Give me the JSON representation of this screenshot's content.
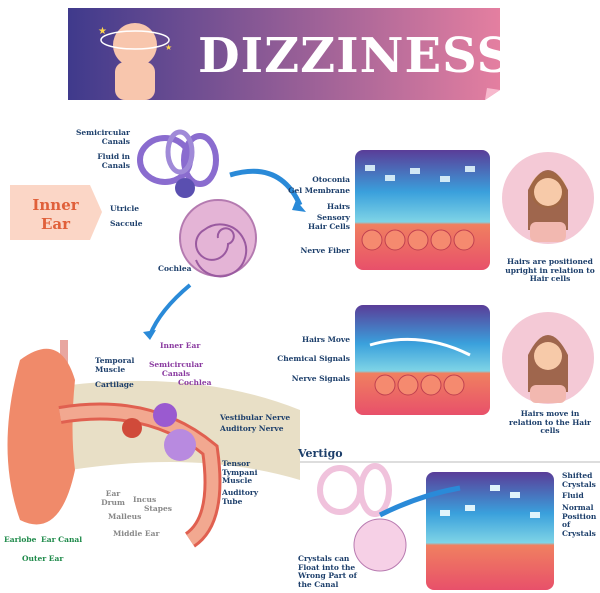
{
  "banner": {
    "title": "DIZZINESS"
  },
  "inner_ear_tag": "Inner Ear",
  "inner_ear_labels": {
    "semicircular": "Semicircular Canals",
    "fluid": "Fluid in Canals",
    "utricle": "Utricle",
    "saccule": "Saccule",
    "cochlea": "Cochlea"
  },
  "panel1": {
    "labels": [
      "Otoconia",
      "Gel Membrane",
      "Hairs",
      "Sensory Hair Cells",
      "Nerve Fiber"
    ],
    "caption": "Hairs are positioned upright in relation to Hair cells"
  },
  "panel2": {
    "labels": [
      "Hairs Move",
      "Chemical Signals",
      "Nerve Signals"
    ],
    "caption": "Hairs move in relation to the Hair cells"
  },
  "vertigo": {
    "heading": "Vertigo",
    "labels": [
      "Shifted Crystals",
      "Fluid",
      "Normal Position of Crystals"
    ],
    "note": "Crystals can Float into the Wrong Part of the Canal"
  },
  "ear": {
    "inner_ear": "Inner Ear",
    "semicircular": "Semicircular Canals",
    "cochlea": "Cochlea",
    "temporal": "Temporal Muscle",
    "cartilage": "Cartilage",
    "vestibular": "Vestibular Nerve",
    "auditory_nerve": "Auditory Nerve",
    "tensor": "Tensor Tympani Muscle",
    "auditory_tube": "Auditory Tube",
    "ear_drum": "Ear Drum",
    "incus": "Incus",
    "stapes": "Stapes",
    "malleus": "Malleus",
    "middle_ear": "Middle Ear",
    "earlobe": "Earlobe",
    "ear_canal": "Ear Canal",
    "outer_ear": "Outer Ear"
  },
  "colors": {
    "banner_start": "#3f3a8c",
    "banner_end": "#e47fa0",
    "navy": "#1d3f6b",
    "purple": "#8a3aa0",
    "green": "#1e8a4a"
  }
}
